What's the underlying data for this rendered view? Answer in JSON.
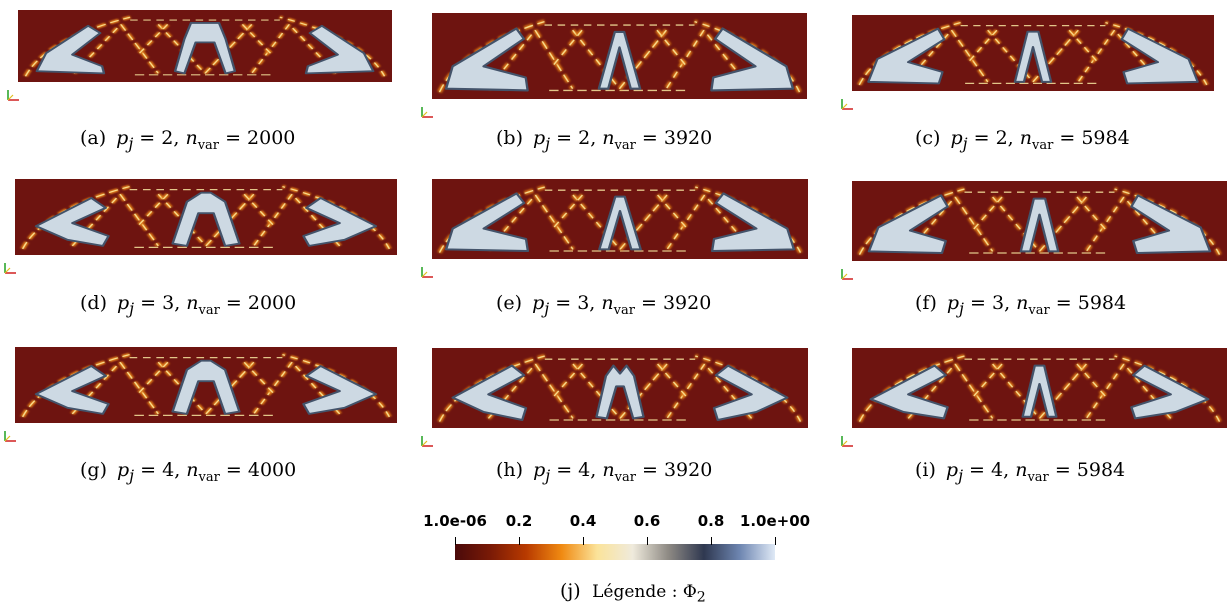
{
  "panels": [
    {
      "tag": "(a)",
      "pj": "2",
      "nvar": "2000",
      "variant": "a"
    },
    {
      "tag": "(b)",
      "pj": "2",
      "nvar": "3920",
      "variant": "b"
    },
    {
      "tag": "(c)",
      "pj": "2",
      "nvar": "5984",
      "variant": "c"
    },
    {
      "tag": "(d)",
      "pj": "3",
      "nvar": "2000",
      "variant": "d"
    },
    {
      "tag": "(e)",
      "pj": "3",
      "nvar": "3920",
      "variant": "b"
    },
    {
      "tag": "(f)",
      "pj": "3",
      "nvar": "5984",
      "variant": "c"
    },
    {
      "tag": "(g)",
      "pj": "4",
      "nvar": "4000",
      "variant": "d"
    },
    {
      "tag": "(h)",
      "pj": "4",
      "nvar": "3920",
      "variant": "h"
    },
    {
      "tag": "(i)",
      "pj": "4",
      "nvar": "5984",
      "variant": "i"
    }
  ],
  "math": {
    "pj_symbol": "p",
    "pj_sub": "j",
    "nvar_symbol": "n",
    "nvar_sub": "var",
    "equals": "="
  },
  "legend": {
    "tick_labels": [
      "1.0e-06",
      "0.2",
      "0.4",
      "0.6",
      "0.8",
      "1.0e+00"
    ],
    "tick_values": [
      1e-06,
      0.2,
      0.4,
      0.6,
      0.8,
      1.0
    ],
    "tag": "(j)",
    "caption_prefix": "Légende :",
    "caption_symbol": "Φ",
    "caption_sub": "2",
    "gradient_colors": [
      "#4a0a0a",
      "#7a1a06",
      "#b83a00",
      "#f08a12",
      "#fbe39a",
      "#efeadc",
      "#8e8a84",
      "#2f3850",
      "#6d85b0",
      "#dfe9f6"
    ]
  },
  "colors": {
    "background": "#6e1410",
    "void": "#cdd9e3",
    "void_edge": "#43536a",
    "bar": "#e07a18",
    "bar_core": "#fff2a8"
  }
}
